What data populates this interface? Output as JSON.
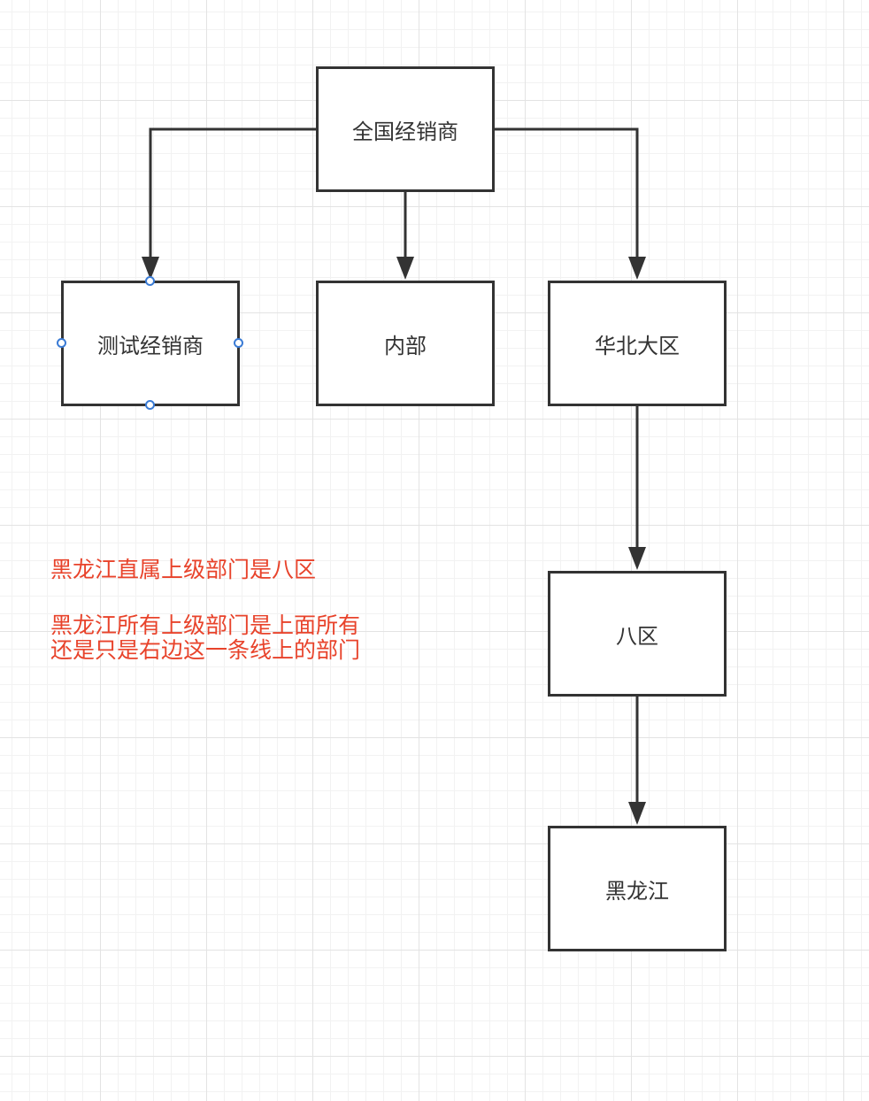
{
  "nodes": {
    "root": "全国经销商",
    "test_dealer": "测试经销商",
    "internal": "内部",
    "north_china": "华北大区",
    "district_eight": "八区",
    "heilongjiang": "黑龙江"
  },
  "edges": [
    {
      "from": "全国经销商",
      "to": "测试经销商"
    },
    {
      "from": "全国经销商",
      "to": "内部"
    },
    {
      "from": "全国经销商",
      "to": "华北大区"
    },
    {
      "from": "华北大区",
      "to": "八区"
    },
    {
      "from": "八区",
      "to": "黑龙江"
    }
  ],
  "selected_node": "测试经销商",
  "notes": {
    "line1": "黑龙江直属上级部门是八区",
    "line2": "黑龙江所有上级部门是上面所有",
    "line3": "还是只是右边这一条线上的部门"
  },
  "colors": {
    "stroke": "#333333",
    "note_text": "#e8432b",
    "selection_handle": "#3a7bd5",
    "grid": "#e3e3e3"
  }
}
